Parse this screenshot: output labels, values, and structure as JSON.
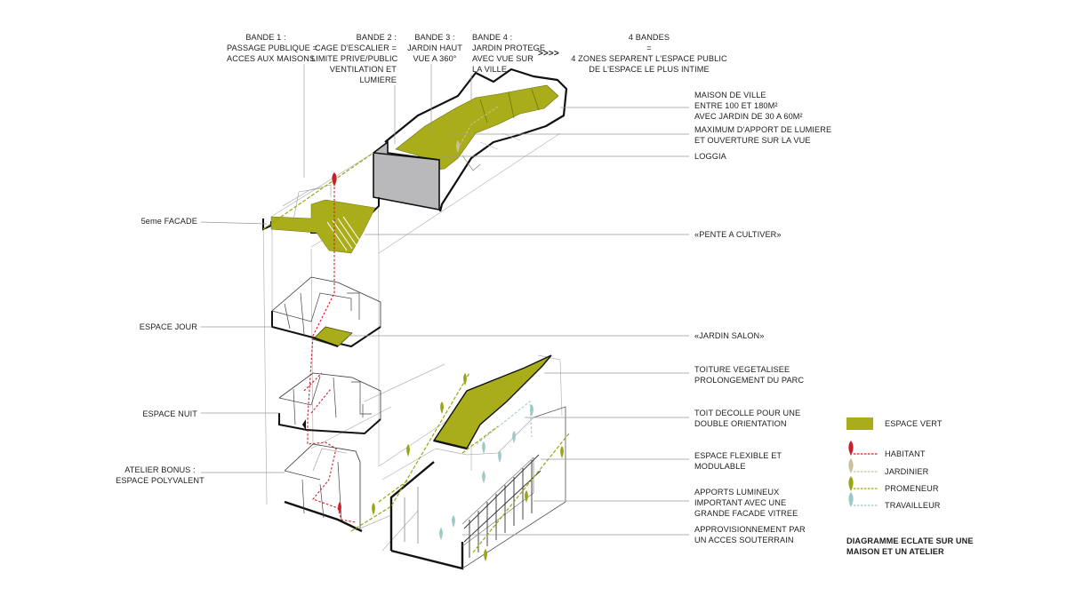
{
  "colors": {
    "espace_vert": "#a9ad1a",
    "habitant": "#c8202a",
    "jardinier": "#c9c39a",
    "promeneur": "#9aa515",
    "travailleur": "#9ec8c6",
    "wall": "#111111",
    "loggia": "#b9b9bb"
  },
  "top": {
    "bande1": [
      "BANDE 1 :",
      "PASSAGE PUBLIQUE =",
      "ACCES AUX MAISONS"
    ],
    "bande2": [
      "BANDE 2 :",
      "CAGE D'ESCALIER =",
      "LIMITE PRIVE/PUBLIC",
      "VENTILATION ET",
      "LUMIERE"
    ],
    "bande3": [
      "BANDE 3 :",
      "JARDIN HAUT",
      "VUE A 360°"
    ],
    "bande4": [
      "BANDE 4 :",
      "JARDIN PROTEGE",
      "AVEC VUE SUR",
      "LA VILLE"
    ],
    "arrows": ">>>>",
    "bandes": [
      "4 BANDES",
      "=",
      "4 ZONES SEPARENT L'ESPACE PUBLIC",
      "DE L'ESPACE LE PLUS INTIME"
    ]
  },
  "left": {
    "facade": "5eme FACADE",
    "jour": "ESPACE JOUR",
    "nuit": "ESPACE NUIT",
    "atelier": [
      "ATELIER BONUS :",
      "ESPACE POLYVALENT"
    ]
  },
  "right": {
    "maison": [
      "MAISON DE VILLE",
      "ENTRE 100 ET 180M²",
      "AVEC JARDIN DE 30 A 60M²"
    ],
    "lumiere": [
      "MAXIMUM D'APPORT DE LUMIERE",
      "ET OUVERTURE SUR LA VUE"
    ],
    "loggia": "LOGGIA",
    "pente": "«PENTE A CULTIVER»",
    "salon": "«JARDIN SALON»",
    "toiture": [
      "TOITURE VEGETALISEE",
      "PROLONGEMENT DU PARC"
    ],
    "toit": [
      "TOIT DECOLLE POUR UNE",
      "DOUBLE ORIENTATION"
    ],
    "flexible": [
      "ESPACE FLEXIBLE ET",
      "MODULABLE"
    ],
    "apports": [
      "APPORTS LUMINEUX",
      "IMPORTANT AVEC UNE",
      "GRANDE FACADE VITREE"
    ],
    "approv": [
      "APPROVISIONNEMENT PAR",
      "UN ACCES SOUTERRAIN"
    ]
  },
  "legend": {
    "espace_vert": "ESPACE VERT",
    "habitant": "HABITANT",
    "jardinier": "JARDINIER",
    "promeneur": "PROMENEUR",
    "travailleur": "TRAVAILLEUR"
  },
  "caption": [
    "DIAGRAMME ECLATE SUR UNE",
    "MAISON  ET UN ATELIER"
  ]
}
